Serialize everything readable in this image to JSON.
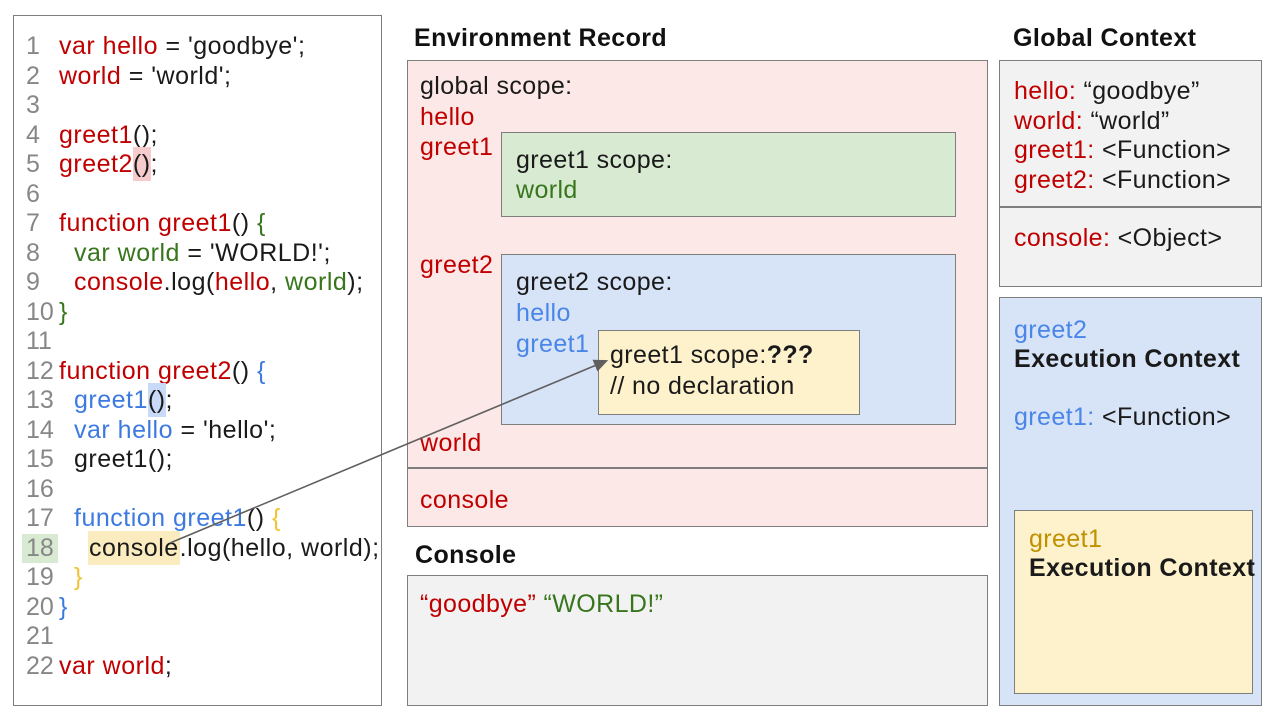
{
  "env": {
    "title": "Environment Record",
    "labels": {
      "global": "global scope:",
      "hello": "hello",
      "greet1": "greet1",
      "greet2": "greet2",
      "world": "world",
      "console": "console"
    },
    "greet1_scope": {
      "title": "greet1 scope:",
      "var1": "world"
    },
    "greet2_scope": {
      "title": "greet2 scope:",
      "var1": "hello",
      "var2": "greet1"
    },
    "unresolved": {
      "title": "greet1 scope:",
      "marks": "???",
      "comment": "// no declaration"
    }
  },
  "console_panel": {
    "title": "Console",
    "outputs": [
      {
        "t": "“goodbye”",
        "c": "red"
      },
      {
        "t": "“WORLD!”",
        "c": "green"
      }
    ]
  },
  "global_context": {
    "title": "Global Context",
    "entries": [
      {
        "key": "hello:",
        "value": "“goodbye”"
      },
      {
        "key": "world:",
        "value": "“world”"
      },
      {
        "key": "greet1:",
        "value": "<Function>"
      },
      {
        "key": "greet2:",
        "value": "<Function>"
      }
    ],
    "console_entry": {
      "key": "console:",
      "value": "<Object>"
    }
  },
  "exec_context": {
    "fn": "greet2",
    "label": "Execution Context",
    "entry": {
      "key": "greet1:",
      "value": "<Function>"
    },
    "inner": {
      "fn": "greet1",
      "label": "Execution Context"
    }
  },
  "code": {
    "lines": [
      {
        "n": "1",
        "i": 0,
        "t": [
          {
            "t": "var hello",
            "c": "red"
          },
          {
            "t": " = 'goodbye';",
            "c": "black"
          }
        ]
      },
      {
        "n": "2",
        "i": 0,
        "t": [
          {
            "t": "world",
            "c": "red"
          },
          {
            "t": " = 'world';",
            "c": "black"
          }
        ]
      },
      {
        "n": "3",
        "i": 0,
        "t": []
      },
      {
        "n": "4",
        "i": 0,
        "t": [
          {
            "t": "greet1",
            "c": "red"
          },
          {
            "t": "();",
            "c": "black"
          }
        ]
      },
      {
        "n": "5",
        "i": 0,
        "t": [
          {
            "t": "greet2",
            "c": "red"
          },
          {
            "t": "()",
            "c": "black",
            "hl": "pink"
          },
          {
            "t": ";",
            "c": "black"
          }
        ]
      },
      {
        "n": "6",
        "i": 0,
        "t": []
      },
      {
        "n": "7",
        "i": 0,
        "t": [
          {
            "t": "function greet1",
            "c": "red"
          },
          {
            "t": "() ",
            "c": "black"
          },
          {
            "t": "{",
            "c": "green"
          }
        ]
      },
      {
        "n": "8",
        "i": 1,
        "t": [
          {
            "t": "var world",
            "c": "green"
          },
          {
            "t": " = 'WORLD!';",
            "c": "black"
          }
        ]
      },
      {
        "n": "9",
        "i": 1,
        "t": [
          {
            "t": "console",
            "c": "red"
          },
          {
            "t": ".log(",
            "c": "black"
          },
          {
            "t": "hello",
            "c": "red"
          },
          {
            "t": ", ",
            "c": "black"
          },
          {
            "t": "world",
            "c": "green"
          },
          {
            "t": ");",
            "c": "black"
          }
        ]
      },
      {
        "n": "10",
        "i": 0,
        "t": [
          {
            "t": "}",
            "c": "green"
          }
        ]
      },
      {
        "n": "11",
        "i": 0,
        "t": []
      },
      {
        "n": "12",
        "i": 0,
        "t": [
          {
            "t": "function greet2",
            "c": "red"
          },
          {
            "t": "() ",
            "c": "black"
          },
          {
            "t": "{",
            "c": "blue"
          }
        ]
      },
      {
        "n": "13",
        "i": 1,
        "t": [
          {
            "t": "greet1",
            "c": "blue"
          },
          {
            "t": "()",
            "c": "black",
            "hl": "blue"
          },
          {
            "t": ";",
            "c": "black"
          }
        ]
      },
      {
        "n": "14",
        "i": 1,
        "t": [
          {
            "t": "var hello",
            "c": "blue"
          },
          {
            "t": " = 'hello';",
            "c": "black"
          }
        ]
      },
      {
        "n": "15",
        "i": 1,
        "t": [
          {
            "t": "greet1();",
            "c": "black"
          }
        ]
      },
      {
        "n": "16",
        "i": 0,
        "t": []
      },
      {
        "n": "17",
        "i": 1,
        "t": [
          {
            "t": "function greet1",
            "c": "blue"
          },
          {
            "t": "() ",
            "c": "black"
          },
          {
            "t": "{",
            "c": "gold"
          }
        ]
      },
      {
        "n": "18",
        "i": 2,
        "nh": true,
        "t": [
          {
            "t": "console",
            "c": "black",
            "hl": "yellow"
          },
          {
            "t": ".log(hello, world);",
            "c": "black"
          }
        ]
      },
      {
        "n": "19",
        "i": 1,
        "t": [
          {
            "t": "}",
            "c": "gold"
          }
        ]
      },
      {
        "n": "20",
        "i": 0,
        "t": [
          {
            "t": "}",
            "c": "blue"
          }
        ]
      },
      {
        "n": "21",
        "i": 0,
        "t": []
      },
      {
        "n": "22",
        "i": 0,
        "t": [
          {
            "t": "var world",
            "c": "red"
          },
          {
            "t": ";",
            "c": "black"
          }
        ]
      }
    ]
  },
  "palette": {
    "red": "#c00000",
    "green": "#38761d",
    "blue": "#3d7ae0",
    "gold": "#f1c232",
    "gold_dark": "#bf9000",
    "pink_fill": "#fce8e6",
    "green_fill": "#d9ead3",
    "blue_fill": "#d7e3f6",
    "yellow_fill": "#fdf2cc",
    "gray_fill": "#f2f2f2",
    "border": "#7e7e7e"
  }
}
